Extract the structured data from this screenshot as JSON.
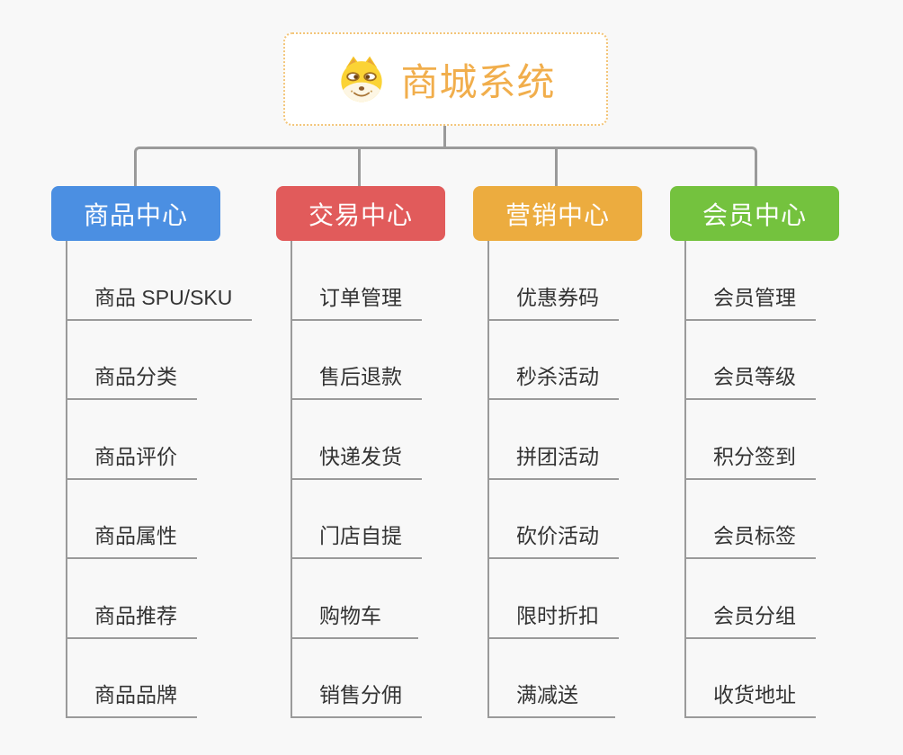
{
  "root": {
    "title": "商城系统",
    "icon": "doge-icon",
    "title_color": "#F1AE4C",
    "border_color": "#F3C579"
  },
  "canvas": {
    "background_color": "#F8F8F8",
    "connector_color": "#9A9A9A",
    "leaf_line_color": "#9A9A9A",
    "leaf_text_color": "#333333"
  },
  "branches": [
    {
      "label": "商品中心",
      "color": "#4B8FE2",
      "items": [
        "商品 SPU/SKU",
        "商品分类",
        "商品评价",
        "商品属性",
        "商品推荐",
        "商品品牌"
      ]
    },
    {
      "label": "交易中心",
      "color": "#E15B5B",
      "items": [
        "订单管理",
        "售后退款",
        "快递发货",
        "门店自提",
        "购物车",
        "销售分佣"
      ]
    },
    {
      "label": "营销中心",
      "color": "#ECAC3F",
      "items": [
        "优惠券码",
        "秒杀活动",
        "拼团活动",
        "砍价活动",
        "限时折扣",
        "满减送"
      ]
    },
    {
      "label": "会员中心",
      "color": "#74C23E",
      "items": [
        "会员管理",
        "会员等级",
        "积分签到",
        "会员标签",
        "会员分组",
        "收货地址"
      ]
    }
  ]
}
